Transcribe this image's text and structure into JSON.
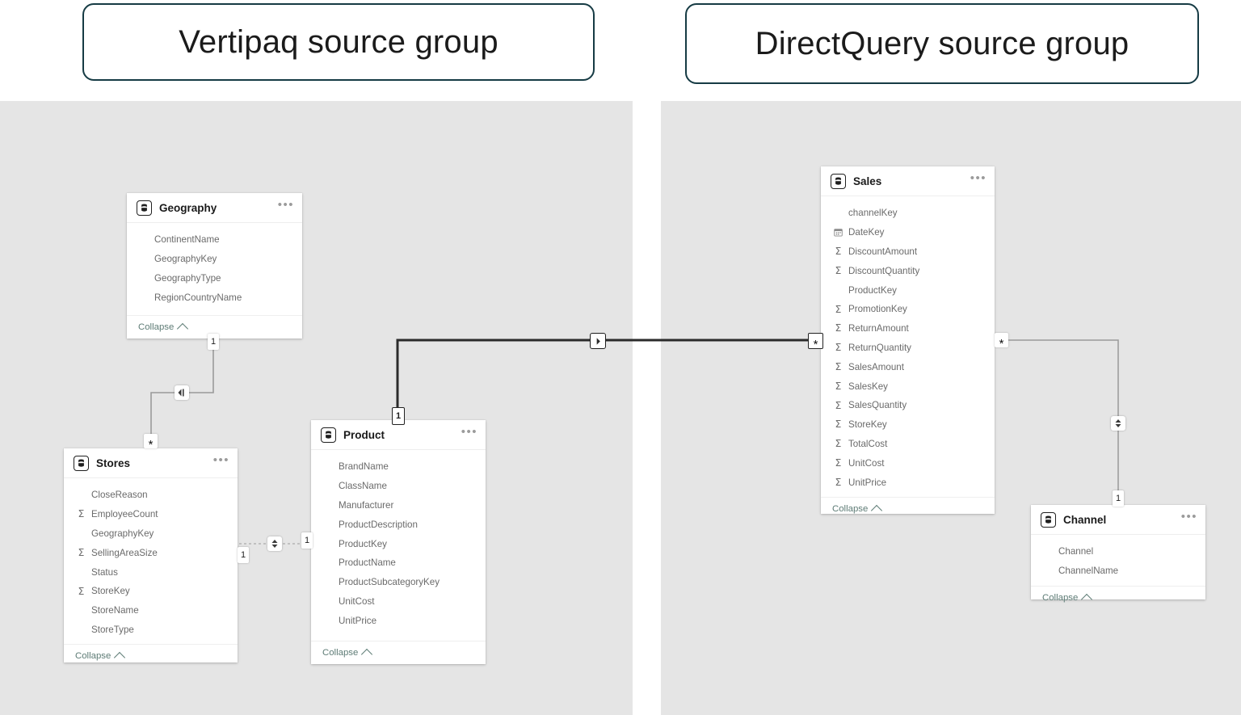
{
  "groups": [
    {
      "id": "vertipaq",
      "label": "Vertipaq source group"
    },
    {
      "id": "directquery",
      "label": "DirectQuery source group"
    }
  ],
  "colors": {
    "pill_border": "#163b44",
    "canvas": "#e5e5e5",
    "card_bg": "#ffffff",
    "field_text": "#6a6a6a",
    "collapse_link": "#5e7c76",
    "relationship_line": "#9a9a9a",
    "relationship_line_active": "#2b2b2b"
  },
  "labels": {
    "collapse": "Collapse",
    "more_options": "•••"
  },
  "icons": {
    "table": "table-icon",
    "numeric": "sigma-icon",
    "date": "calendar-icon",
    "more": "ellipsis-icon",
    "collapse": "chevron-up-icon",
    "cross_filter_single": "single-direction-filter-icon",
    "cross_filter_both": "bidirectional-filter-icon"
  },
  "tables": [
    {
      "name": "Geography",
      "group": "vertipaq",
      "collapse_label": "Collapse",
      "fields": [
        {
          "name": "ContinentName",
          "icon": "none"
        },
        {
          "name": "GeographyKey",
          "icon": "none"
        },
        {
          "name": "GeographyType",
          "icon": "none"
        },
        {
          "name": "RegionCountryName",
          "icon": "none"
        }
      ]
    },
    {
      "name": "Stores",
      "group": "vertipaq",
      "collapse_label": "Collapse",
      "fields": [
        {
          "name": "CloseReason",
          "icon": "none"
        },
        {
          "name": "EmployeeCount",
          "icon": "sigma"
        },
        {
          "name": "GeographyKey",
          "icon": "none"
        },
        {
          "name": "SellingAreaSize",
          "icon": "sigma"
        },
        {
          "name": "Status",
          "icon": "none"
        },
        {
          "name": "StoreKey",
          "icon": "sigma"
        },
        {
          "name": "StoreName",
          "icon": "none"
        },
        {
          "name": "StoreType",
          "icon": "none"
        }
      ]
    },
    {
      "name": "Product",
      "group": "vertipaq",
      "collapse_label": "Collapse",
      "fields": [
        {
          "name": "BrandName",
          "icon": "none"
        },
        {
          "name": "ClassName",
          "icon": "none"
        },
        {
          "name": "Manufacturer",
          "icon": "none"
        },
        {
          "name": "ProductDescription",
          "icon": "none"
        },
        {
          "name": "ProductKey",
          "icon": "none"
        },
        {
          "name": "ProductName",
          "icon": "none"
        },
        {
          "name": "ProductSubcategoryKey",
          "icon": "none"
        },
        {
          "name": "UnitCost",
          "icon": "none"
        },
        {
          "name": "UnitPrice",
          "icon": "none"
        }
      ]
    },
    {
      "name": "Sales",
      "group": "directquery",
      "collapse_label": "Collapse",
      "fields": [
        {
          "name": "channelKey",
          "icon": "none"
        },
        {
          "name": "DateKey",
          "icon": "date"
        },
        {
          "name": "DiscountAmount",
          "icon": "sigma"
        },
        {
          "name": "DiscountQuantity",
          "icon": "sigma"
        },
        {
          "name": "ProductKey",
          "icon": "none"
        },
        {
          "name": "PromotionKey",
          "icon": "sigma"
        },
        {
          "name": "ReturnAmount",
          "icon": "sigma"
        },
        {
          "name": "ReturnQuantity",
          "icon": "sigma"
        },
        {
          "name": "SalesAmount",
          "icon": "sigma"
        },
        {
          "name": "SalesKey",
          "icon": "sigma"
        },
        {
          "name": "SalesQuantity",
          "icon": "sigma"
        },
        {
          "name": "StoreKey",
          "icon": "sigma"
        },
        {
          "name": "TotalCost",
          "icon": "sigma"
        },
        {
          "name": "UnitCost",
          "icon": "sigma"
        },
        {
          "name": "UnitPrice",
          "icon": "sigma"
        }
      ]
    },
    {
      "name": "Channel",
      "group": "directquery",
      "collapse_label": "Collapse",
      "fields": [
        {
          "name": "Channel",
          "icon": "none"
        },
        {
          "name": "ChannelName",
          "icon": "none"
        }
      ]
    }
  ],
  "relationships": [
    {
      "id": "geography-stores",
      "from": "Geography",
      "to": "Stores",
      "from_cardinality": "1",
      "to_cardinality": "*",
      "style": "solid",
      "emphasis": "normal",
      "cross_filter": "single"
    },
    {
      "id": "stores-product",
      "from": "Stores",
      "to": "Product",
      "from_cardinality": "1",
      "to_cardinality": "1",
      "style": "dashed",
      "emphasis": "normal",
      "cross_filter": "both"
    },
    {
      "id": "product-sales",
      "from": "Product",
      "to": "Sales",
      "from_cardinality": "1",
      "to_cardinality": "*",
      "style": "solid",
      "emphasis": "strong",
      "cross_filter": "single"
    },
    {
      "id": "sales-channel",
      "from": "Sales",
      "to": "Channel",
      "from_cardinality": "*",
      "to_cardinality": "1",
      "style": "solid",
      "emphasis": "normal",
      "cross_filter": "both"
    }
  ]
}
